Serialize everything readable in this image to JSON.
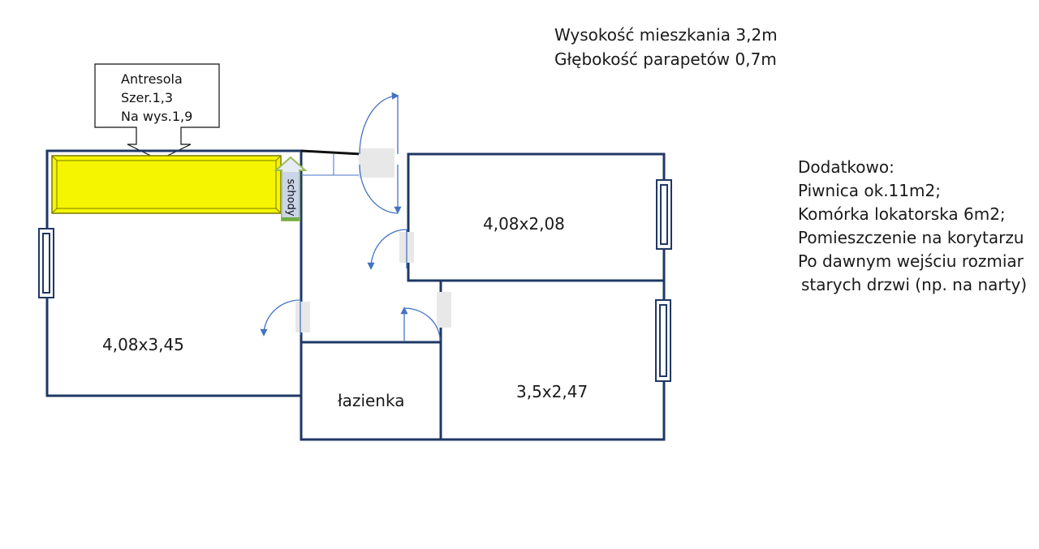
{
  "header": {
    "line1": "Wysokość mieszkania 3,2m",
    "line2": "Głębokość parapetów 0,7m"
  },
  "additional": {
    "lines": [
      "Dodatkowo:",
      "Piwnica ok.11m2;",
      "Komórka lokatorska 6m2;",
      "Pomieszczenie na korytarzu",
      "Po dawnym wejściu rozmiar",
      "starych drzwi (np. na narty)"
    ]
  },
  "mezzanine": {
    "lines": [
      "Antresola",
      "Szer.1,3",
      "Na wys.1,9"
    ],
    "fill_color": "#f5f500",
    "border_color": "#8a8a00"
  },
  "stairs": {
    "label": "schody",
    "color": "#9bbb59"
  },
  "rooms": {
    "living": "4,08x3,45",
    "bedroom_top": "4,08x2,08",
    "bedroom_bottom": "3,5x2,47",
    "bathroom": "łazienka"
  },
  "colors": {
    "wall": "#1f3864",
    "door_arc": "#4472c4"
  }
}
